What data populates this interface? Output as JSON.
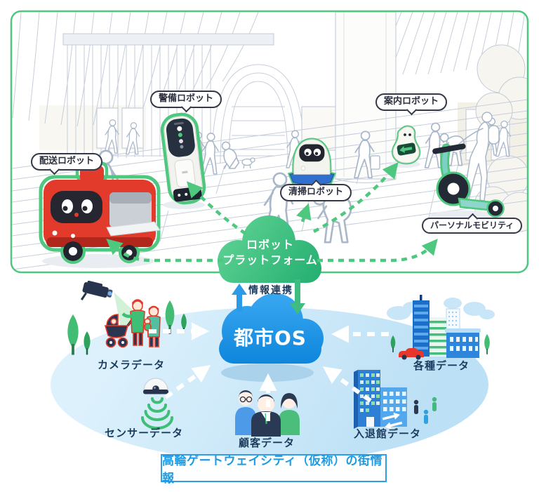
{
  "diagram": {
    "scene": {
      "robots": [
        {
          "name": "delivery-robot",
          "label": "配送ロボット"
        },
        {
          "name": "security-robot",
          "label": "警備ロボット"
        },
        {
          "name": "cleaning-robot",
          "label": "清掃ロボット"
        },
        {
          "name": "guide-robot",
          "label": "案内ロボット"
        },
        {
          "name": "personal-mobility",
          "label": "パーソナルモビリティ"
        }
      ],
      "platform_cloud": {
        "line1": "ロボット",
        "line2": "プラットフォーム"
      }
    },
    "link": {
      "label": "情報連携"
    },
    "city_os": {
      "label": "都市OS"
    },
    "data_sources": [
      {
        "name": "camera-data",
        "label": "カメラデータ"
      },
      {
        "name": "sensor-data",
        "label": "センサーデータ"
      },
      {
        "name": "customer-data",
        "label": "顧客データ"
      },
      {
        "name": "entry-exit-data",
        "label": "入退館データ"
      },
      {
        "name": "various-data",
        "label": "各種データ"
      }
    ],
    "caption": {
      "label": "高輪ゲートウェイシティ（仮称）の街情報"
    },
    "icons": [
      "cctv-camera-icon",
      "family-stroller-icon",
      "tree-icon",
      "dome-sensor-icon",
      "customers-icon",
      "entry-building-icon",
      "city-buildings-icon",
      "red-car-icon",
      "cloud-icon",
      "up-arrow-icon",
      "down-arrow-icon"
    ],
    "colors": {
      "accent_green": "#4EC87F",
      "platform_cloud_green_top": "#63D596",
      "platform_cloud_green_bottom": "#21AD6F",
      "city_os_blue_top": "#37A6F0",
      "city_os_blue_bottom": "#0E86DC",
      "up_arrow_blue": "#2B9BE8",
      "down_arrow_green": "#3FBD81",
      "ellipse_light_blue": "#CDE9F9",
      "label_navy": "#1C3C5E",
      "caption_blue": "#1E9BE3",
      "delivery_red": "#E23B2B"
    }
  }
}
